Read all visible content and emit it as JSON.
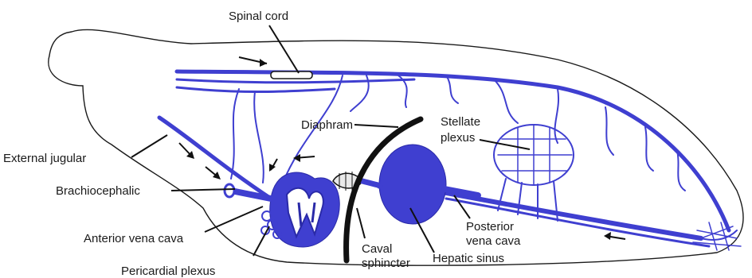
{
  "labels": {
    "spinal_cord": "Spinal cord",
    "diaphram": "Diaphram",
    "stellate_line1": "Stellate",
    "stellate_line2": "plexus",
    "external_jugular": "External jugular",
    "brachiocephalic": "Brachiocephalic",
    "anterior_vena_cava": "Anterior vena cava",
    "pericardial_plexus": "Pericardial plexus",
    "caval_line1": "Caval",
    "caval_line2": "sphincter",
    "hepatic_sinus": "Hepatic sinus",
    "posterior_line1": "Posterior",
    "posterior_line2": "vena cava"
  },
  "colors": {
    "vessel": "#3f3fd0",
    "outline": "#1a1a1a",
    "background": "#ffffff"
  }
}
